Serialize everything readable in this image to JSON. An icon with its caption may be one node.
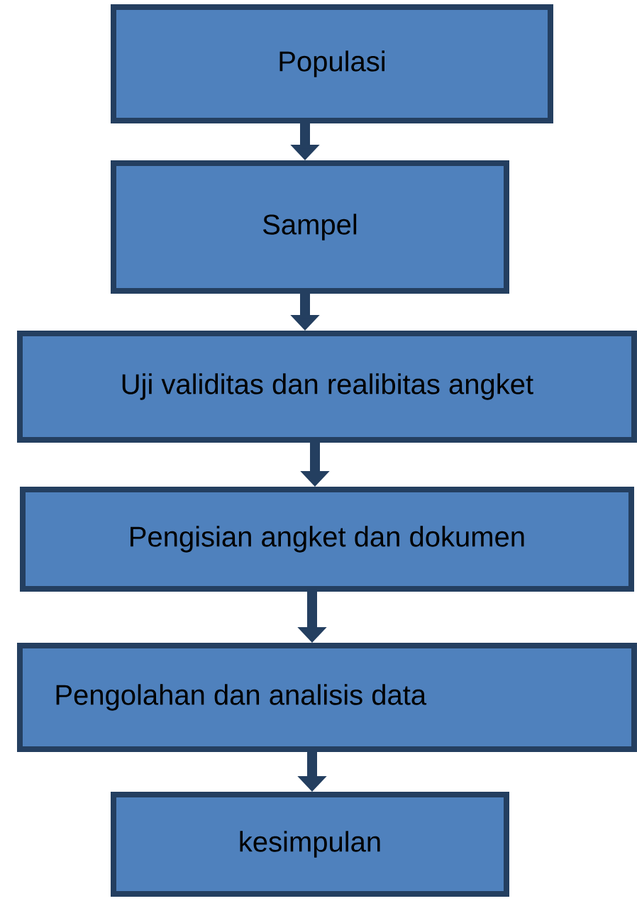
{
  "diagram": {
    "nodes": [
      {
        "text": [
          "Populasi"
        ]
      },
      {
        "text": [
          "Sampel"
        ]
      },
      {
        "text": [
          "Uji validitas dan realibitas angket"
        ]
      },
      {
        "text": [
          "Pengisian angket dan dokumen"
        ]
      },
      {
        "text": [
          "Pengolahan dan analisis data"
        ]
      },
      {
        "text": [
          "kesimpulan"
        ]
      }
    ],
    "edges": [
      {
        "from": 0,
        "to": 1,
        "arrow": "to"
      },
      {
        "from": 1,
        "to": 2,
        "arrow": "to"
      },
      {
        "from": 2,
        "to": 3,
        "arrow": "to"
      },
      {
        "from": 3,
        "to": 4,
        "arrow": "to"
      },
      {
        "from": 4,
        "to": 5,
        "arrow": "to"
      }
    ]
  }
}
